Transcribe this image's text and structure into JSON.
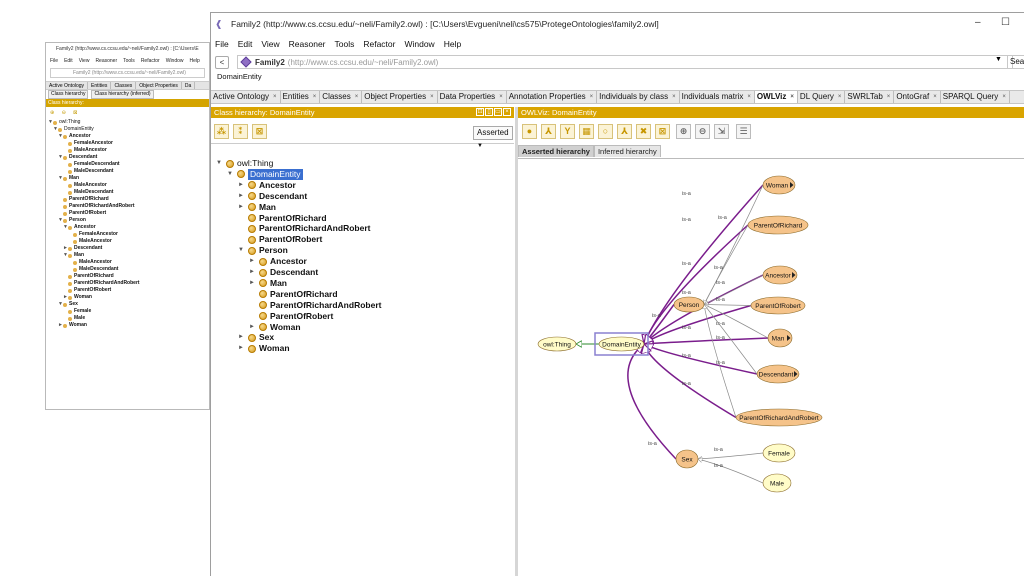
{
  "mini_window": {
    "title": "Family2 (http://www.cs.ccsu.edu/~neli/Family2.owl) : [C:\\Users\\E",
    "menu": [
      "File",
      "Edit",
      "View",
      "Reasoner",
      "Tools",
      "Refactor",
      "Window",
      "Help"
    ],
    "address": "Family2 (http://www.cs.ccsu.edu/~neli/Family2.owl)",
    "tabs": [
      "Active Ontology",
      "Entities",
      "Classes",
      "Object Properties",
      "Da"
    ],
    "subtabs": [
      "Class hierarchy",
      "Class hierarchy (inferred)"
    ],
    "panel_title": "Class hierarchy:",
    "tree": [
      {
        "label": "owl:Thing",
        "depth": 0,
        "arrow": "▼",
        "bold": false
      },
      {
        "label": "DomainEntity",
        "depth": 1,
        "arrow": "▼",
        "bold": false
      },
      {
        "label": "Ancestor",
        "depth": 2,
        "arrow": "▼",
        "bold": true
      },
      {
        "label": "FemaleAncestor",
        "depth": 3,
        "arrow": "",
        "bold": true
      },
      {
        "label": "MaleAncestor",
        "depth": 3,
        "arrow": "",
        "bold": true
      },
      {
        "label": "Descendant",
        "depth": 2,
        "arrow": "▼",
        "bold": true
      },
      {
        "label": "FemaleDescendant",
        "depth": 3,
        "arrow": "",
        "bold": true
      },
      {
        "label": "MaleDescendant",
        "depth": 3,
        "arrow": "",
        "bold": true
      },
      {
        "label": "Man",
        "depth": 2,
        "arrow": "▼",
        "bold": true
      },
      {
        "label": "MaleAncestor",
        "depth": 3,
        "arrow": "",
        "bold": true
      },
      {
        "label": "MaleDescendant",
        "depth": 3,
        "arrow": "",
        "bold": true
      },
      {
        "label": "ParentOfRichard",
        "depth": 2,
        "arrow": "",
        "bold": true
      },
      {
        "label": "ParentOfRichardAndRobert",
        "depth": 2,
        "arrow": "",
        "bold": true
      },
      {
        "label": "ParentOfRobert",
        "depth": 2,
        "arrow": "",
        "bold": true
      },
      {
        "label": "Person",
        "depth": 2,
        "arrow": "▼",
        "bold": true
      },
      {
        "label": "Ancestor",
        "depth": 3,
        "arrow": "▼",
        "bold": true
      },
      {
        "label": "FemaleAncestor",
        "depth": 4,
        "arrow": "",
        "bold": true
      },
      {
        "label": "MaleAncestor",
        "depth": 4,
        "arrow": "",
        "bold": true
      },
      {
        "label": "Descendant",
        "depth": 3,
        "arrow": "►",
        "bold": true
      },
      {
        "label": "Man",
        "depth": 3,
        "arrow": "▼",
        "bold": true
      },
      {
        "label": "MaleAncestor",
        "depth": 4,
        "arrow": "",
        "bold": true
      },
      {
        "label": "MaleDescendant",
        "depth": 4,
        "arrow": "",
        "bold": true
      },
      {
        "label": "ParentOfRichard",
        "depth": 3,
        "arrow": "",
        "bold": true
      },
      {
        "label": "ParentOfRichardAndRobert",
        "depth": 3,
        "arrow": "",
        "bold": true
      },
      {
        "label": "ParentOfRobert",
        "depth": 3,
        "arrow": "",
        "bold": true
      },
      {
        "label": "Woman",
        "depth": 3,
        "arrow": "►",
        "bold": true
      },
      {
        "label": "Sex",
        "depth": 2,
        "arrow": "▼",
        "bold": true
      },
      {
        "label": "Female",
        "depth": 3,
        "arrow": "",
        "bold": true
      },
      {
        "label": "Male",
        "depth": 3,
        "arrow": "",
        "bold": true
      },
      {
        "label": "Woman",
        "depth": 2,
        "arrow": "►",
        "bold": true
      }
    ]
  },
  "window": {
    "title": "Family2 (http://www.cs.ccsu.edu/~neli/Family2.owl) : [C:\\Users\\Evgueni\\neli\\cs575\\ProtegeOntologies\\family2.owl]",
    "minimize": "–",
    "maximize": "☐"
  },
  "menu": [
    "File",
    "Edit",
    "View",
    "Reasoner",
    "Tools",
    "Refactor",
    "Window",
    "Help"
  ],
  "address": {
    "back": "<",
    "name": "Family2",
    "url": "(http://www.cs.ccsu.edu/~neli/Family2.owl)",
    "dropdown": "▼",
    "search": "Searc"
  },
  "breadcrumb": "DomainEntity",
  "tabs": [
    {
      "label": "Active Ontology",
      "active": false
    },
    {
      "label": "Entities",
      "active": false
    },
    {
      "label": "Classes",
      "active": false
    },
    {
      "label": "Object Properties",
      "active": false
    },
    {
      "label": "Data Properties",
      "active": false
    },
    {
      "label": "Annotation Properties",
      "active": false
    },
    {
      "label": "Individuals by class",
      "active": false
    },
    {
      "label": "Individuals matrix",
      "active": false
    },
    {
      "label": "OWLViz",
      "active": true
    },
    {
      "label": "DL Query",
      "active": false
    },
    {
      "label": "SWRLTab",
      "active": false
    },
    {
      "label": "OntoGraf",
      "active": false
    },
    {
      "label": "SPARQL Query",
      "active": false
    }
  ],
  "tab_close": "×",
  "left_panel": {
    "title": "Class hierarchy: DomainEntity",
    "mode": "Asserted",
    "mode_arrow": "▼",
    "tree": [
      {
        "label": "owl:Thing",
        "depth": 0,
        "arrow": "▼",
        "style": "plain"
      },
      {
        "label": "DomainEntity",
        "depth": 1,
        "arrow": "▼",
        "style": "sel"
      },
      {
        "label": "Ancestor",
        "depth": 2,
        "arrow": "►",
        "style": "bold"
      },
      {
        "label": "Descendant",
        "depth": 2,
        "arrow": "►",
        "style": "bold"
      },
      {
        "label": "Man",
        "depth": 2,
        "arrow": "►",
        "style": "bold"
      },
      {
        "label": "ParentOfRichard",
        "depth": 2,
        "arrow": "",
        "style": "bold"
      },
      {
        "label": "ParentOfRichardAndRobert",
        "depth": 2,
        "arrow": "",
        "style": "bold"
      },
      {
        "label": "ParentOfRobert",
        "depth": 2,
        "arrow": "",
        "style": "bold"
      },
      {
        "label": "Person",
        "depth": 2,
        "arrow": "▼",
        "style": "bold"
      },
      {
        "label": "Ancestor",
        "depth": 3,
        "arrow": "►",
        "style": "bold"
      },
      {
        "label": "Descendant",
        "depth": 3,
        "arrow": "►",
        "style": "bold"
      },
      {
        "label": "Man",
        "depth": 3,
        "arrow": "►",
        "style": "bold"
      },
      {
        "label": "ParentOfRichard",
        "depth": 3,
        "arrow": "",
        "style": "bold"
      },
      {
        "label": "ParentOfRichardAndRobert",
        "depth": 3,
        "arrow": "",
        "style": "bold"
      },
      {
        "label": "ParentOfRobert",
        "depth": 3,
        "arrow": "",
        "style": "bold"
      },
      {
        "label": "Woman",
        "depth": 3,
        "arrow": "►",
        "style": "bold"
      },
      {
        "label": "Sex",
        "depth": 2,
        "arrow": "►",
        "style": "bold"
      },
      {
        "label": "Woman",
        "depth": 2,
        "arrow": "►",
        "style": "bold"
      }
    ]
  },
  "right_panel": {
    "title": "OWLViz: DomainEntity",
    "subtabs": [
      "Asserted hierarchy",
      "Inferred hierarchy"
    ]
  },
  "graph": {
    "edge_label": "is-a",
    "nodes": {
      "thing": "owl:Thing",
      "domain": "DomainEntity",
      "person": "Person",
      "woman": "Woman",
      "por": "ParentOfRichard",
      "ancestor": "Ancestor",
      "porob": "ParentOfRobert",
      "man": "Man",
      "descendant": "Descendant",
      "porandr": "ParentOfRichardAndRobert",
      "sex": "Sex",
      "female": "Female",
      "male": "Male"
    }
  },
  "colors": {
    "accent_bar": "#d9a400",
    "class_node": "#f5c38a",
    "thing_node": "#fffcc8",
    "edge_purple": "#7a1d8c",
    "edge_grey": "#8a8a8a",
    "selection": "#3a6fd0"
  }
}
